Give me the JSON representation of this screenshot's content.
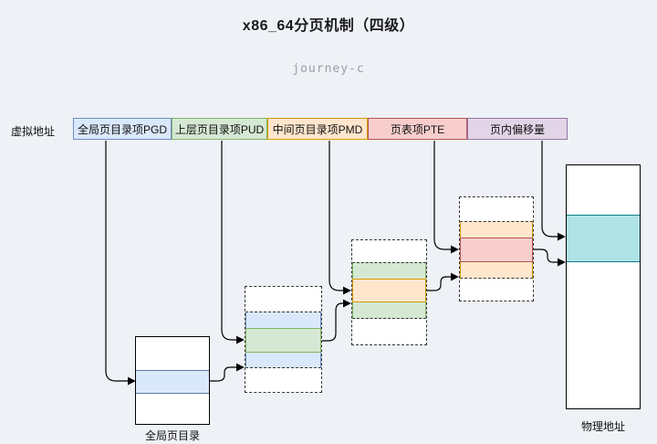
{
  "title": "x86_64分页机制（四级）",
  "watermark": "journey-c",
  "labels": {
    "virtual_address": "虚拟地址",
    "pgd_table": "全局页目录",
    "physical_table": "物理地址"
  },
  "virtual_address_fields": [
    {
      "id": "pgd",
      "label": "全局页目录项PGD",
      "fill": "#dae8fc",
      "border": "#6c8ebf"
    },
    {
      "id": "pud",
      "label": "上层页目录项PUD",
      "fill": "#d5e8d4",
      "border": "#82b366"
    },
    {
      "id": "pmd",
      "label": "中间页目录项PMD",
      "fill": "#ffe6cc",
      "border": "#d79b00"
    },
    {
      "id": "pte",
      "label": "页表项PTE",
      "fill": "#f8cecc",
      "border": "#b85450"
    },
    {
      "id": "offset",
      "label": "页内偏移量",
      "fill": "#e1d5e7",
      "border": "#9673a6"
    }
  ],
  "tables": {
    "pgd_table": {
      "style": "solid",
      "highlight_fill": "#dae8fc",
      "rows": [
        "blank",
        "highlight-blue",
        "blank"
      ]
    },
    "pud_table": {
      "style": "dashed",
      "highlight_fill": "#d5e8d4",
      "rows": [
        "blank",
        "blue",
        "highlight-green",
        "blue",
        "blank"
      ]
    },
    "pmd_table": {
      "style": "dashed",
      "highlight_fill": "#ffe6cc",
      "rows": [
        "blank",
        "green",
        "highlight-orange",
        "green",
        "blank"
      ]
    },
    "pte_table": {
      "style": "dashed",
      "highlight_fill": "#f8cecc",
      "rows": [
        "blank",
        "orange",
        "highlight-red",
        "orange",
        "blank"
      ]
    },
    "physical": {
      "style": "solid",
      "highlight_fill": "#b0e3e6",
      "rows": [
        "blank",
        "highlight-teal",
        "blank"
      ]
    }
  },
  "connections": [
    {
      "from": "header-pgd",
      "to": "pgd_table-highlight"
    },
    {
      "from": "header-pud",
      "to": "pud_table-highlight"
    },
    {
      "from": "header-pmd",
      "to": "pmd_table-highlight"
    },
    {
      "from": "header-pte",
      "to": "pte_table-highlight"
    },
    {
      "from": "header-offset",
      "to": "physical-page-offset"
    },
    {
      "from": "pgd_table-highlight",
      "to": "pud_table-base"
    },
    {
      "from": "pud_table-highlight",
      "to": "pmd_table-base"
    },
    {
      "from": "pmd_table-highlight",
      "to": "pte_table-base"
    },
    {
      "from": "pte_table-highlight",
      "to": "physical-frame"
    }
  ],
  "colors": {
    "background": "#eef1f5",
    "arrow": "#000000",
    "table_border": "#000000",
    "dashed_border": "#333333",
    "teal_border": "#0e8088",
    "subtitle_gray": "#9aa0a6"
  }
}
